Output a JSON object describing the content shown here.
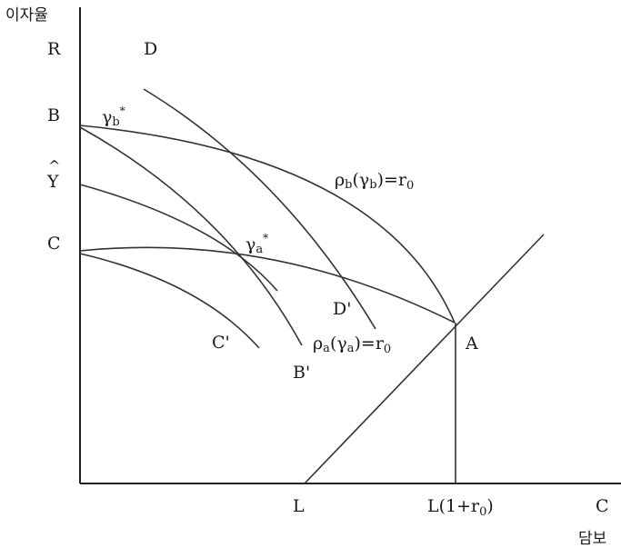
{
  "axes": {
    "y_title": "이자율",
    "x_title": "담보"
  },
  "y_labels": {
    "R": "R",
    "B": "B",
    "Y_hat": "Y",
    "Y_hat_mark": "^",
    "C": "C"
  },
  "x_labels": {
    "L": "L",
    "L1r0": "L(1+r",
    "L1r0_sub": "0",
    "L1r0_close": ")",
    "C": "C"
  },
  "curve_labels": {
    "D": "D",
    "D_prime": "D'",
    "B_prime": "B'",
    "C_prime": "C'",
    "A": "A",
    "gamma_b_star": "γ",
    "gamma_b_star_sub": "b",
    "gamma_b_star_sup": "*",
    "gamma_a_star": "γ",
    "gamma_a_star_sub": "a",
    "gamma_a_star_sup": "*",
    "rho_b_eq": {
      "rho": "ρ",
      "rho_sub": "b",
      "open": "(γ",
      "gamma_sub": "b",
      "close": ")=r",
      "r_sub": "0"
    },
    "rho_a_eq": {
      "rho": "ρ",
      "rho_sub": "a",
      "open": "(γ",
      "gamma_sub": "a",
      "close": ")=r",
      "r_sub": "0"
    }
  }
}
